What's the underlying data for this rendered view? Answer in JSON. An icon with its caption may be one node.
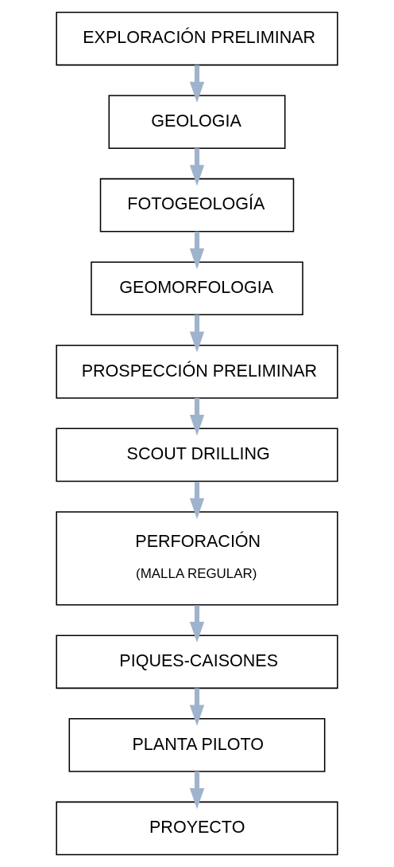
{
  "diagram": {
    "nodes": [
      {
        "text": [
          "EXPLORACIÓN PRELIMINAR"
        ]
      },
      {
        "text": [
          "GEOLOGIA"
        ]
      },
      {
        "text": [
          "FOTOGEOLOGÍA"
        ]
      },
      {
        "text": [
          "GEOMORFOLOGIA"
        ]
      },
      {
        "text": [
          "PROSPECCIÓN PRELIMINAR"
        ]
      },
      {
        "text": [
          "SCOUT DRILLING"
        ]
      },
      {
        "text": [
          "PERFORACIÓN",
          "(MALLA REGULAR)"
        ]
      },
      {
        "text": [
          "PIQUES-CAISONES"
        ]
      },
      {
        "text": [
          "PLANTA PILOTO"
        ]
      },
      {
        "text": [
          "PROYECTO"
        ]
      }
    ],
    "edges": [
      {
        "from": 0,
        "to": 1,
        "arrow": "to"
      },
      {
        "from": 1,
        "to": 2,
        "arrow": "to"
      },
      {
        "from": 2,
        "to": 3,
        "arrow": "to"
      },
      {
        "from": 3,
        "to": 4,
        "arrow": "to"
      },
      {
        "from": 4,
        "to": 5,
        "arrow": "to"
      },
      {
        "from": 5,
        "to": 6,
        "arrow": "to"
      },
      {
        "from": 6,
        "to": 7,
        "arrow": "to"
      },
      {
        "from": 7,
        "to": 8,
        "arrow": "to"
      },
      {
        "from": 8,
        "to": 9,
        "arrow": "to"
      }
    ]
  }
}
